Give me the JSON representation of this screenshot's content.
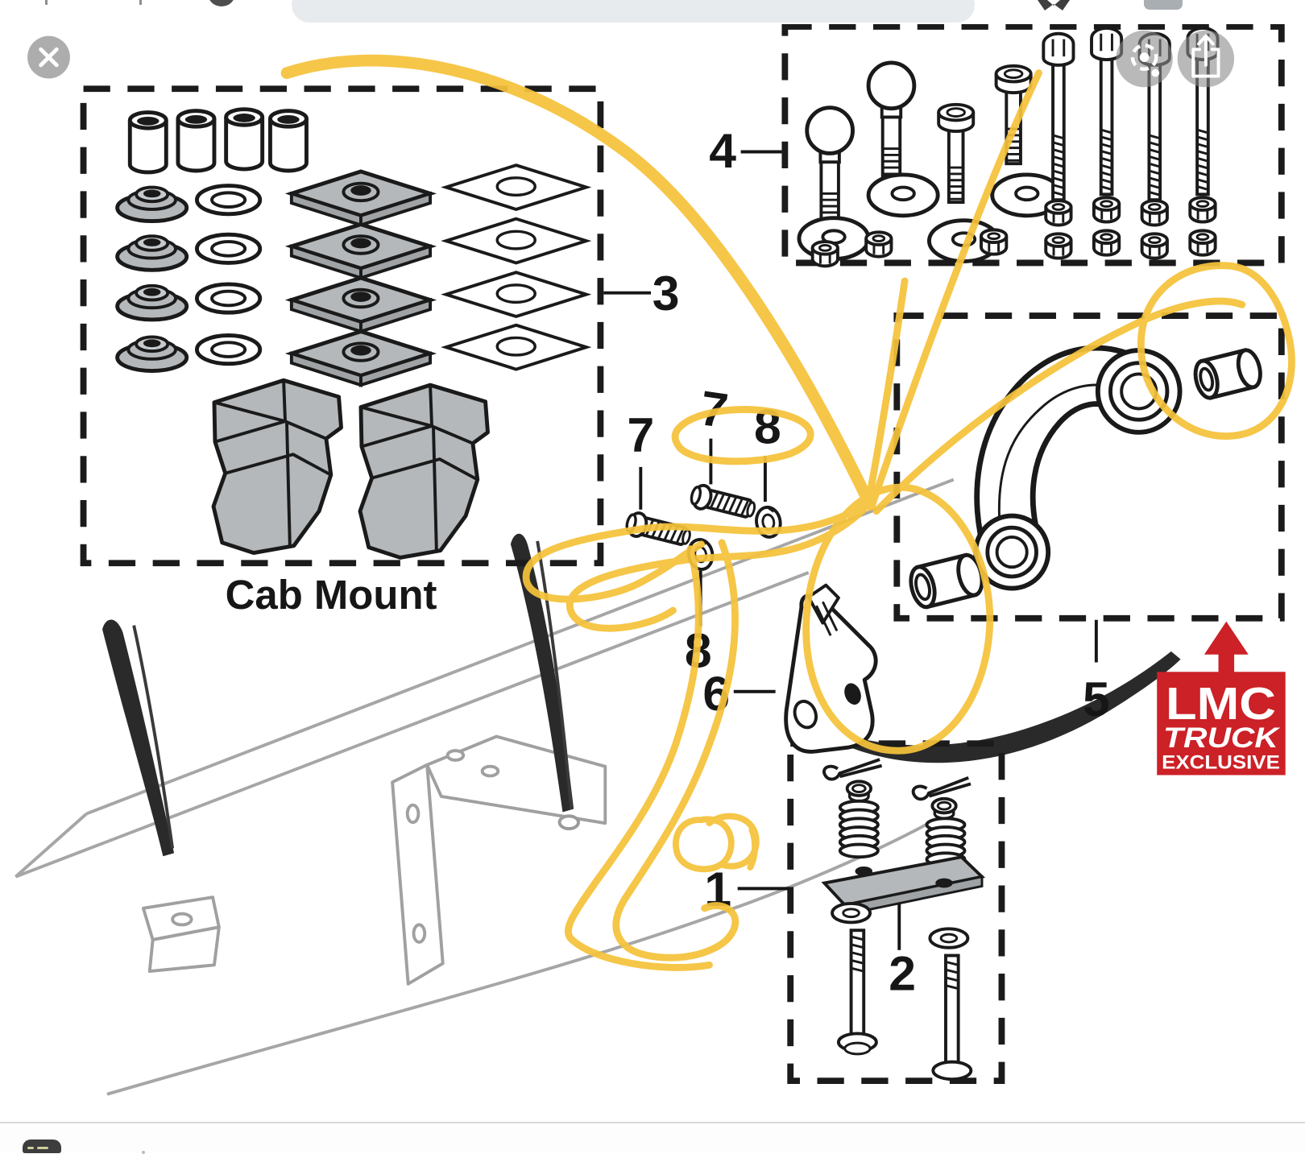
{
  "diagram": {
    "title": "Cab Mount",
    "labels": {
      "box1": "1",
      "plate2": "2",
      "box3": "3",
      "box4": "4",
      "box5": "5",
      "bracket6": "6",
      "bolt7a": "7",
      "bolt7b": "7",
      "washer8a": "8",
      "washer8b": "8"
    },
    "badge": {
      "line1": "LMC",
      "line2": "TRUCK",
      "line3": "EXCLUSIVE"
    }
  },
  "viewer": {
    "icons": {
      "close": "x-cross",
      "lens": "lens-segmented-circle-dot",
      "share": "box-with-up-arrow",
      "bottom_app": "app-chip"
    }
  },
  "colors": {
    "marker_yellow": "#F5C23A",
    "badge_red": "#CB2127",
    "part_gray": "#b4b8ba",
    "rail_gray": "#a6a6a6",
    "print_black": "#1a1a1a"
  }
}
